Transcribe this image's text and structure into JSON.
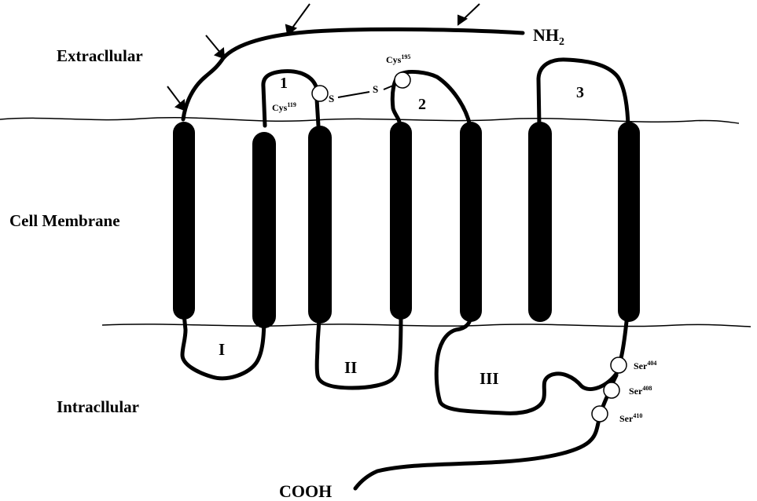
{
  "regions": {
    "extracellular": "Extracllular",
    "membrane": "Cell Membrane",
    "intracellular": "Intracllular"
  },
  "termini": {
    "n_term_base": "NH",
    "n_term_sub": "2",
    "c_term": "COOH"
  },
  "extracellular_loops": [
    "1",
    "2",
    "3"
  ],
  "intracellular_loops": [
    "I",
    "II",
    "III"
  ],
  "disulfide": {
    "cys_a_base": "Cys",
    "cys_a_sup": "119",
    "cys_b_base": "Cys",
    "cys_b_sup": "195",
    "s_left": "S",
    "s_right": "S"
  },
  "phosphosites": [
    {
      "base": "Ser",
      "sup": "404"
    },
    {
      "base": "Ser",
      "sup": "408"
    },
    {
      "base": "Ser",
      "sup": "410"
    }
  ],
  "colors": {
    "line": "#000000",
    "background": "#ffffff",
    "residue_circle": "#ffffff"
  }
}
